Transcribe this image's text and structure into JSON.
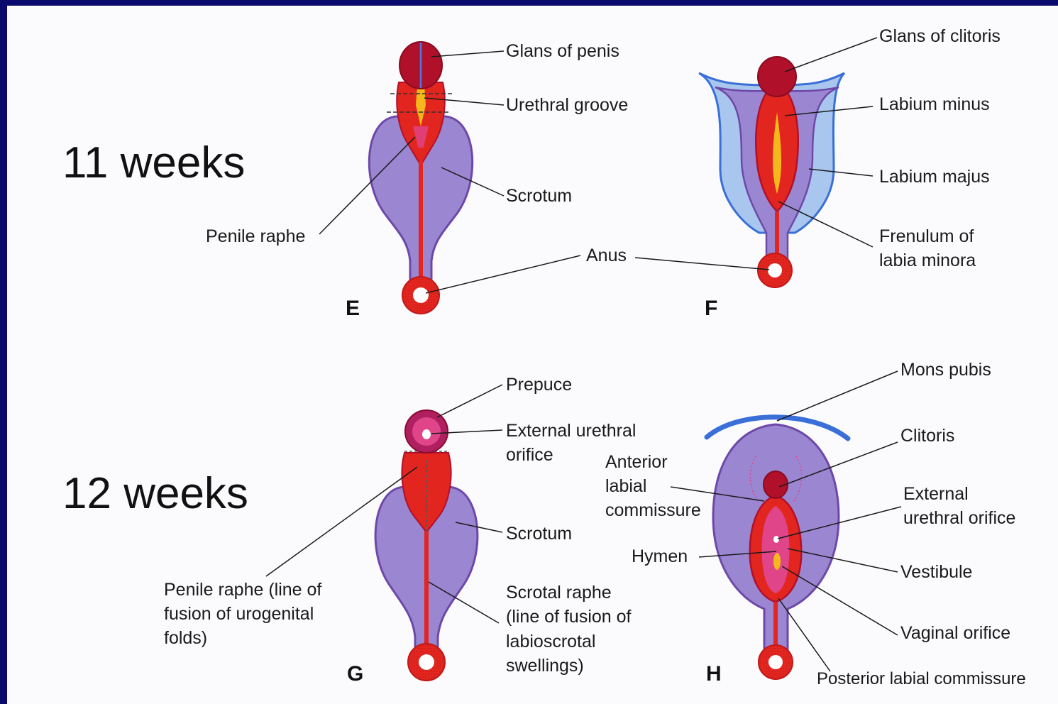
{
  "panels": {
    "E": {
      "letter": "E"
    },
    "F": {
      "letter": "F"
    },
    "G": {
      "letter": "G"
    },
    "H": {
      "letter": "H"
    }
  },
  "headings": {
    "week11": "11 weeks",
    "week12": "12 weeks"
  },
  "labels": {
    "E": {
      "glans_of_penis": "Glans of penis",
      "urethral_groove": "Urethral groove",
      "scrotum": "Scrotum",
      "penile_raphe": "Penile raphe",
      "anus": "Anus"
    },
    "F": {
      "glans_of_clitoris": "Glans of clitoris",
      "labium_minus": "Labium minus",
      "labium_majus": "Labium majus",
      "frenulum_line1": "Frenulum of",
      "frenulum_line2": "labia minora"
    },
    "G": {
      "prepuce": "Prepuce",
      "ext_urethral_line1": "External urethral",
      "ext_urethral_line2": "orifice",
      "scrotum": "Scrotum",
      "penile_raphe_line1": "Penile raphe (line of",
      "penile_raphe_line2": "fusion of urogenital",
      "penile_raphe_line3": "folds)",
      "scrotal_raphe_line1": "Scrotal raphe",
      "scrotal_raphe_line2": "(line of fusion of",
      "scrotal_raphe_line3": "labioscrotal",
      "scrotal_raphe_line4": "swellings)"
    },
    "H": {
      "mons_pubis": "Mons pubis",
      "clitoris": "Clitoris",
      "anterior_line1": "Anterior",
      "anterior_line2": "labial",
      "anterior_line3": "commissure",
      "external_line1": "External",
      "external_line2": "urethral orifice",
      "hymen": "Hymen",
      "vestibule": "Vestibule",
      "vaginal_orifice": "Vaginal orifice",
      "posterior_commissure": "Posterior labial commissure"
    }
  },
  "colors": {
    "border": "#0a0a6e",
    "purple": "#9b86d1",
    "purple_edge": "#6e48a8",
    "red": "#e2261f",
    "dark_red": "#b0102a",
    "pink": "#e0458a",
    "yellow": "#f5b81c",
    "light_blue": "#a9c7ee",
    "blue": "#3a6fd8"
  }
}
